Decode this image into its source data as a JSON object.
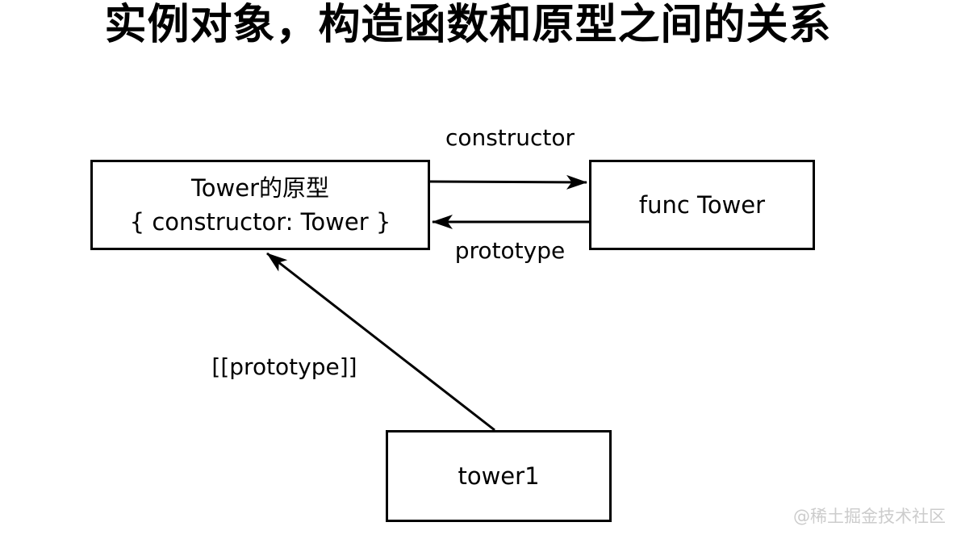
{
  "title": "实例对象，构造函数和原型之间的关系",
  "diagram": {
    "nodes": {
      "prototype_box": {
        "line1": "Tower的原型",
        "line2": "{ constructor: Tower }"
      },
      "constructor_box": {
        "label": "func Tower"
      },
      "instance_box": {
        "label": "tower1"
      }
    },
    "edges": {
      "constructor_label": "constructor",
      "prototype_label": "prototype",
      "proto_link_label": "[[prototype]]"
    },
    "colors": {
      "line": "#000000",
      "box_border": "#000000",
      "box_fill": "#ffffff",
      "text": "#000000",
      "watermark": "#cccccc"
    }
  },
  "watermark": "@稀土掘金技术社区"
}
